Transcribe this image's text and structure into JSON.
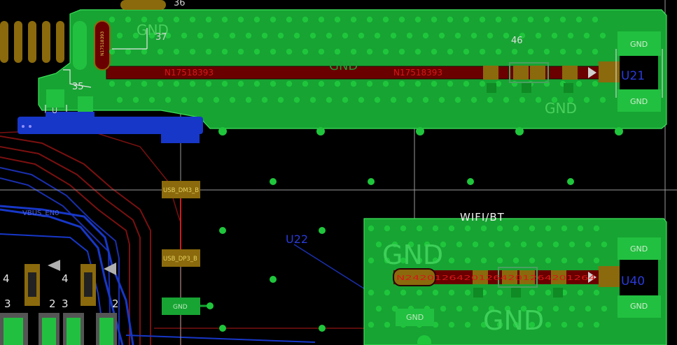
{
  "colors": {
    "background": "#000000",
    "copper_green": "#17a433",
    "copper_green_dark": "#0f8a24",
    "via": "#1fc63c",
    "trace_red": "#6a0000",
    "trace_red_bright": "#c62020",
    "blue_layer": "#1737c8",
    "pad_gold": "#8a6a0c",
    "silkscreen": "#e6e6e6",
    "net_label_red": "#d81818",
    "pad_text": "#e8d060"
  },
  "top_region": {
    "net_label_left": "N17518393",
    "net_label_right": "N17518393",
    "gnd_labels": [
      "GND",
      "GND",
      "GND"
    ],
    "pin_labels": [
      "36",
      "37",
      "35",
      "46"
    ],
    "antenna_label": "U21",
    "connector_pad_labels": [
      "GND",
      "GND"
    ],
    "small_label": "U",
    "vertical_pad_text": "N17518393"
  },
  "bottom_region": {
    "module_title": "WIFI/BT",
    "gnd_big_left": "GND",
    "gnd_big_right": "GND",
    "gnd_pad": "GND",
    "trace_label": "N24201264201264201264201264",
    "antenna_label": "U40",
    "connector_pad_labels": [
      "GND",
      "GND"
    ],
    "component_label": "U22"
  },
  "middle_pads": {
    "pad1": "USB_DM3_B",
    "pad2": "USB_DP3_B",
    "pad3": "GND"
  },
  "left_region": {
    "net_label": "VBUS_EN0",
    "pin_numbers": [
      "4",
      "4",
      "3",
      "2",
      "3",
      "2"
    ]
  }
}
